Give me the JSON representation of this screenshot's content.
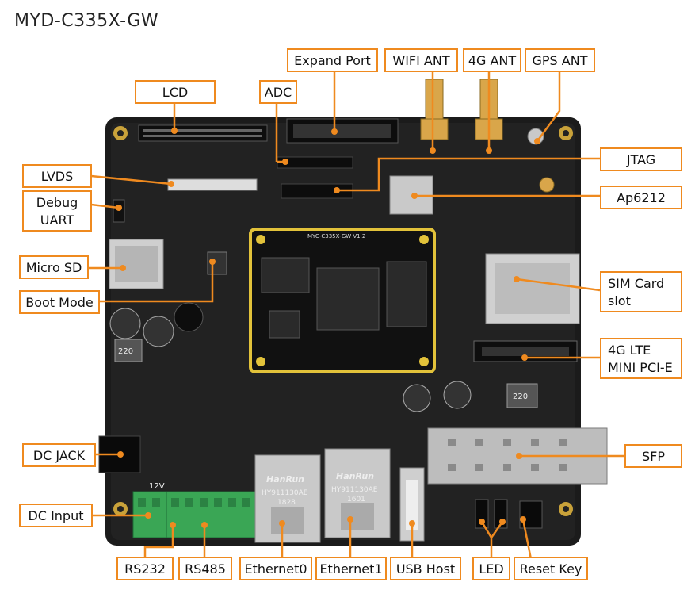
{
  "title": "MYD-C335X-GW",
  "colors": {
    "accent": "#ef8a1f",
    "board": "#1a1a1a",
    "som_border": "#e2c23a",
    "terminal": "#3aa655"
  },
  "labels": {
    "lcd": "LCD",
    "adc": "ADC",
    "expand_port": "Expand Port",
    "wifi_ant": "WIFI ANT",
    "ant_4g": "4G ANT",
    "gps_ant": "GPS ANT",
    "jtag": "JTAG",
    "ap6212": "Ap6212",
    "lvds": "LVDS",
    "debug_uart_1": "Debug",
    "debug_uart_2": "UART",
    "micro_sd": "Micro SD",
    "boot_mode": "Boot Mode",
    "sim_card_1": "SIM Card",
    "sim_card_2": "slot",
    "lte_1": "4G LTE",
    "lte_2": "MINI PCI-E",
    "sfp": "SFP",
    "dc_jack": "DC JACK",
    "dc_input": "DC Input",
    "rs232": "RS232",
    "rs485": "RS485",
    "ethernet0": "Ethernet0",
    "ethernet1": "Ethernet1",
    "usb_host": "USB Host",
    "led": "LED",
    "reset_key": "Reset Key"
  },
  "silkscreen": {
    "som_name": "MYC-C335X-GW V1.2",
    "eth_brand": "HanRun",
    "eth0_part": "HY911130AE",
    "eth0_code": "1828",
    "eth1_part": "HY911130AE",
    "eth1_code": "1601",
    "cap_1": "220",
    "cap_2": "220",
    "voltage": "12V"
  }
}
